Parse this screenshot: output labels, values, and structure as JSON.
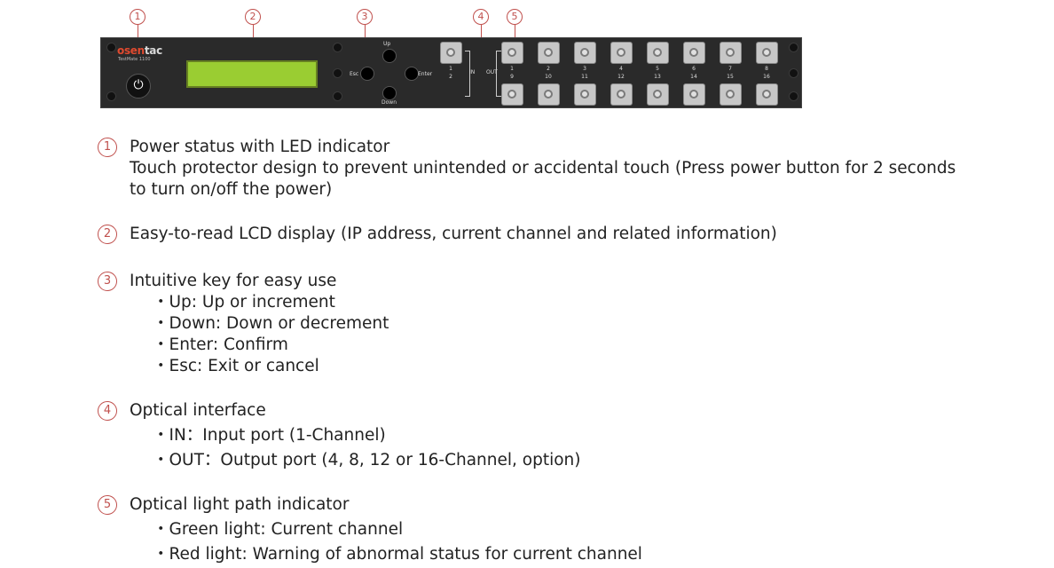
{
  "callouts": [
    "1",
    "2",
    "3",
    "4",
    "5"
  ],
  "device": {
    "brand_prefix": "osen",
    "brand_suffix": "tac",
    "model": "TestMate 1100",
    "keys": {
      "up": "Up",
      "down": "Down",
      "esc": "Esc",
      "enter": "Enter"
    },
    "in_label": "IN",
    "out_label": "OUT",
    "in_ports": [
      "1",
      "2"
    ],
    "out_top": [
      "1",
      "2",
      "3",
      "4",
      "5",
      "6",
      "7",
      "8"
    ],
    "out_bottom": [
      "9",
      "10",
      "11",
      "12",
      "13",
      "14",
      "15",
      "16"
    ],
    "icons": [
      "power-icon",
      "screw-icon",
      "fiber-port-icon"
    ]
  },
  "sections": [
    {
      "num": "1",
      "title": "Power status with LED indicator",
      "lines": [
        "Touch protector design to prevent unintended or accidental touch (Press power button for 2 seconds",
        "to turn on/off the power)"
      ]
    },
    {
      "num": "2",
      "title": "Easy-to-read LCD display (IP address, current channel and related information)"
    },
    {
      "num": "3",
      "title": "Intuitive key for easy use",
      "bullets": [
        "・Up: Up or increment",
        "・Down: Down or decrement",
        "・Enter: Confirm",
        "・Esc: Exit or cancel"
      ]
    },
    {
      "num": "4",
      "title": "Optical interface",
      "bullets": [
        "・IN：Input port (1-Channel)",
        "・OUT：Output port (4, 8, 12 or 16-Channel, option)"
      ]
    },
    {
      "num": "5",
      "title": "Optical light path indicator",
      "bullets": [
        "・Green light: Current channel",
        "・Red light: Warning of abnormal status for current channel"
      ]
    }
  ]
}
